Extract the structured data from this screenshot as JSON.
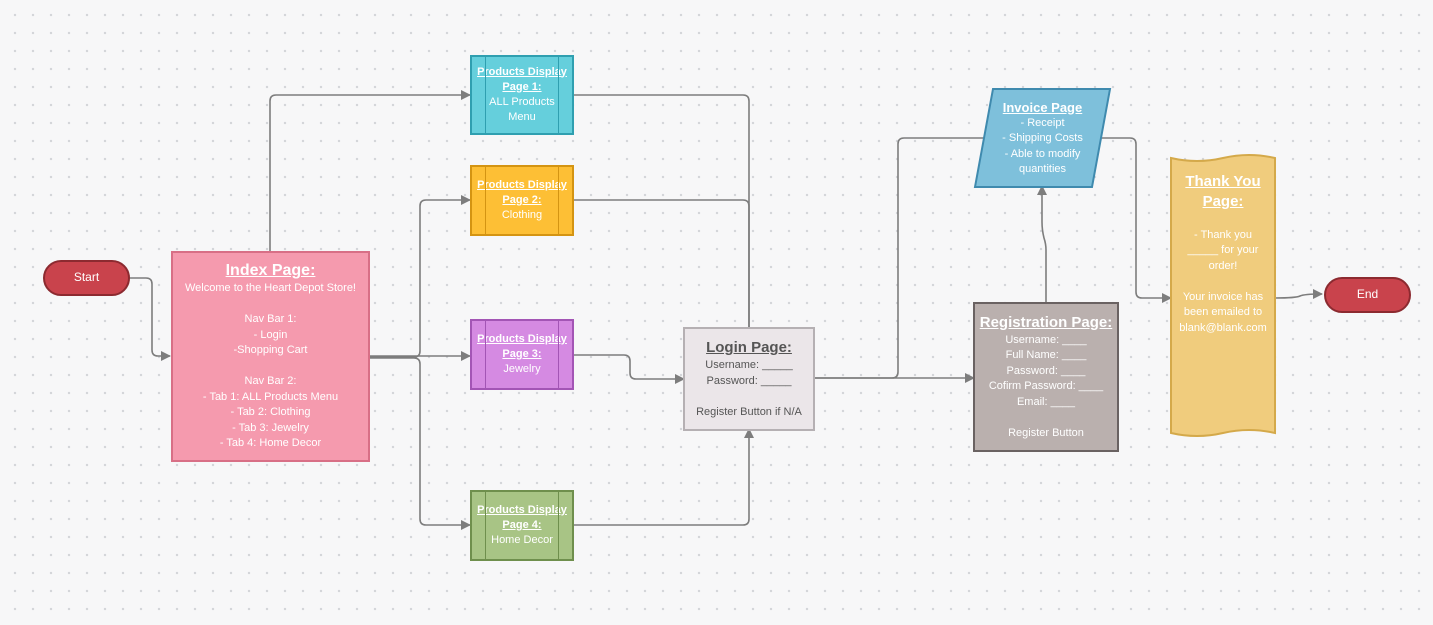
{
  "nodes": {
    "start": {
      "label": "Start"
    },
    "end": {
      "label": "End"
    },
    "index": {
      "title": "Index Page:",
      "lines": [
        "Welcome to the Heart Depot Store!",
        "",
        "Nav Bar 1:",
        "- Login",
        "-Shopping Cart",
        "",
        "Nav Bar 2:",
        "- Tab 1: ALL Products Menu",
        "- Tab 2: Clothing",
        "- Tab 3: Jewelry",
        "- Tab 4: Home Decor"
      ]
    },
    "products1": {
      "title": [
        "Products Display",
        "Page 1:"
      ],
      "lines": [
        "ALL Products",
        "Menu"
      ]
    },
    "products2": {
      "title": [
        "Products Display",
        "Page 2:"
      ],
      "lines": [
        "Clothing"
      ]
    },
    "products3": {
      "title": [
        "Products Display",
        "Page 3:"
      ],
      "lines": [
        "Jewelry"
      ]
    },
    "products4": {
      "title": [
        "Products Display",
        "Page 4:"
      ],
      "lines": [
        "Home Decor"
      ]
    },
    "login": {
      "title": "Login Page:",
      "lines": [
        "Username: _____",
        "Password: _____",
        "",
        "Register Button if N/A"
      ]
    },
    "registration": {
      "title": "Registration Page:",
      "lines": [
        "Username: ____",
        "Full Name: ____",
        "Password: ____",
        "Cofirm Password: ____",
        "Email: ____",
        "",
        "Register Button"
      ]
    },
    "invoice": {
      "title": "Invoice Page",
      "lines": [
        "- Receipt",
        "- Shipping Costs",
        "- Able to modify",
        "quantities"
      ]
    },
    "thankyou": {
      "title": [
        "Thank You",
        "Page:"
      ],
      "lines": [
        "- Thank you",
        "_____ for your",
        "order!",
        "",
        "Your invoice has",
        "been emailed to",
        "blank@blank.com"
      ]
    }
  },
  "colors": {
    "connector": "#7d7d7d",
    "start_end": "#c9434c",
    "index": "#f59aae",
    "products1": "#65cfdc",
    "products2": "#fdbf35",
    "products3": "#d58ae2",
    "products4": "#a8c485",
    "login": "#ebe6e9",
    "registration": "#bab0ae",
    "invoice": "#7ec0db",
    "thankyou": "#f0cc7d"
  }
}
